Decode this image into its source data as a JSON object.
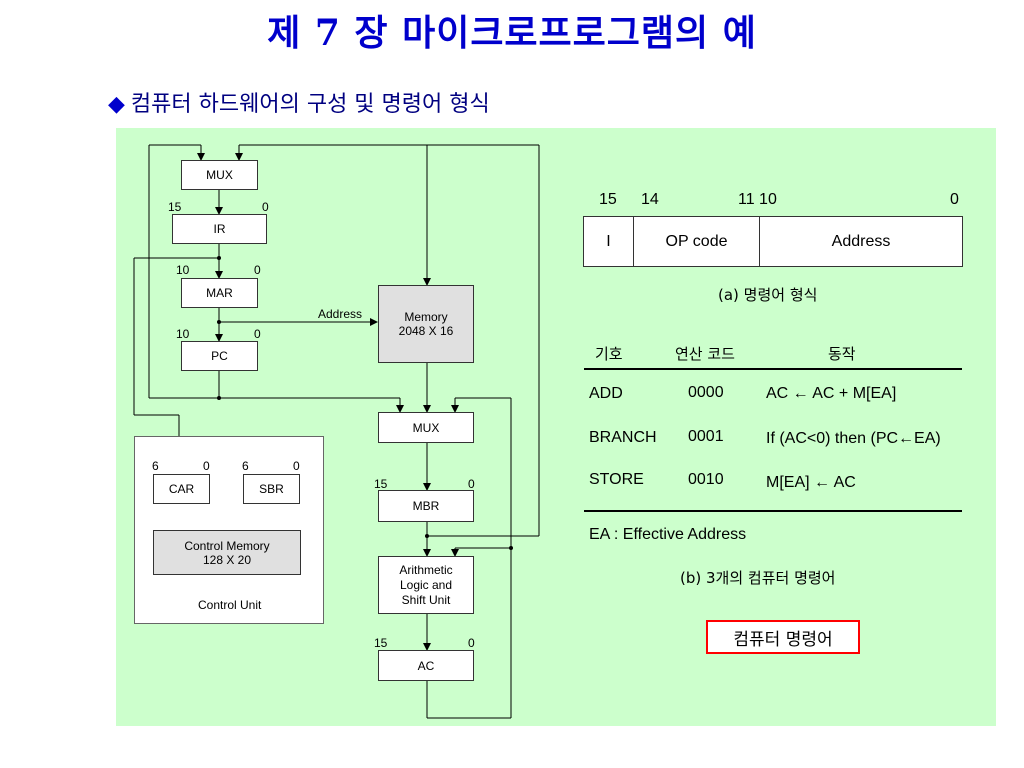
{
  "title": "제 7 장 마이크로프로그램의 예",
  "subtitle": {
    "bullet": "◆",
    "text": "컴퓨터 하드웨어의 구성 및 명령어 형식"
  },
  "hardware": {
    "mux_top": "MUX",
    "ir": {
      "label": "IR",
      "bit_hi": "15",
      "bit_lo": "0"
    },
    "mar": {
      "label": "MAR",
      "bit_hi": "10",
      "bit_lo": "0"
    },
    "pc": {
      "label": "PC",
      "bit_hi": "10",
      "bit_lo": "0"
    },
    "address_label": "Address",
    "memory": {
      "line1": "Memory",
      "line2": "2048 X 16"
    },
    "mux_mid": "MUX",
    "mbr": {
      "label": "MBR",
      "bit_hi": "15",
      "bit_lo": "0"
    },
    "alu": {
      "line1": "Arithmetic",
      "line2": "Logic and",
      "line3": "Shift Unit"
    },
    "ac": {
      "label": "AC",
      "bit_hi": "15",
      "bit_lo": "0"
    },
    "control_unit": {
      "car": {
        "label": "CAR",
        "bit_hi": "6",
        "bit_lo": "0"
      },
      "sbr": {
        "label": "SBR",
        "bit_hi": "6",
        "bit_lo": "0"
      },
      "control_memory": {
        "line1": "Control Memory",
        "line2": "128 X 20"
      },
      "label": "Control Unit"
    }
  },
  "instruction_format": {
    "bits": {
      "b15": "15",
      "b14": "14",
      "b11_10": "11 10",
      "b0": "0"
    },
    "fields": {
      "i": "I",
      "opcode": "OP code",
      "address": "Address"
    },
    "caption": "(a) 명령어 형식"
  },
  "instruction_table": {
    "headers": {
      "symbol": "기호",
      "opcode": "연산 코드",
      "action": "동작"
    },
    "rows": [
      {
        "symbol": "ADD",
        "code": "0000",
        "action": "AC ←  AC + M[EA]"
      },
      {
        "symbol": "BRANCH",
        "code": "0001",
        "action": "If (AC<0) then (PC←EA)"
      },
      {
        "symbol": "STORE",
        "code": "0010",
        "action": "M[EA] ← AC"
      }
    ],
    "note": "EA : Effective Address",
    "caption": "(b) 3개의 컴퓨터 명령어"
  },
  "highlight_label": "컴퓨터 명령어"
}
